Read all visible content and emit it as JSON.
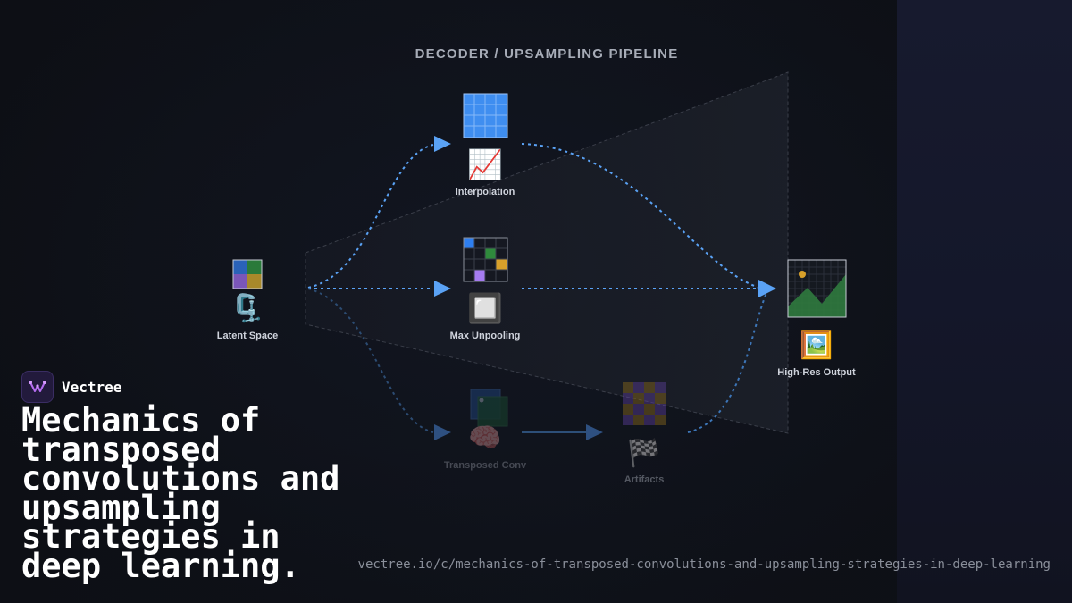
{
  "diagram": {
    "title": "DECODER / UPSAMPLING PIPELINE",
    "nodes": {
      "latent": {
        "label": "Latent Space",
        "emoji": "🗜️"
      },
      "interpolation": {
        "label": "Interpolation",
        "emoji": "📈"
      },
      "unpooling": {
        "label": "Max Unpooling",
        "emoji": "🔲"
      },
      "transposed": {
        "label": "Transposed Conv",
        "emoji": "🧠"
      },
      "artifacts": {
        "label": "Artifacts",
        "emoji": "🏁"
      },
      "output": {
        "label": "High-Res Output",
        "emoji": "🖼️"
      }
    },
    "colors": {
      "accent": "#5aa2f5",
      "label": "#cfd3dc",
      "title": "#a7acb7",
      "faded": "#3c4150",
      "panel": "#1a1d27"
    }
  },
  "brand": {
    "name": "Vectree",
    "logo_icon": "neural-v-icon"
  },
  "headline": "Mechanics of transposed convolutions and upsampling strategies in deep learning.",
  "url": "vectree.io/c/mechanics-of-transposed-convolutions-and-upsampling-strategies-in-deep-learning"
}
